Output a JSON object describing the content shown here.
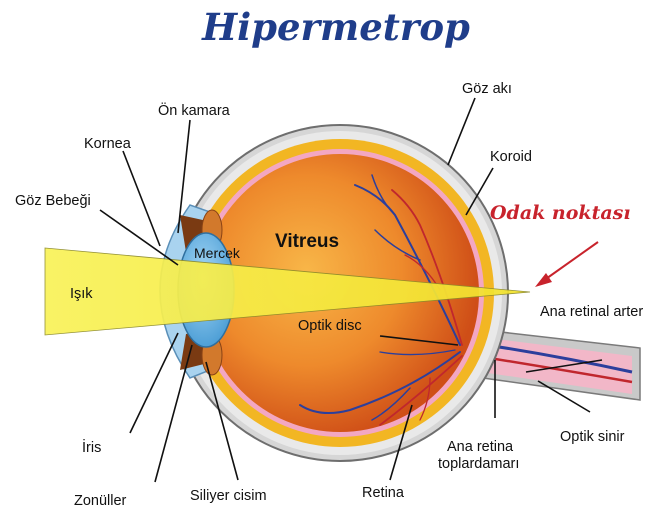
{
  "title": "Hipermetrop",
  "focal_point_label": "Odak noktası",
  "labels": {
    "goz_aki": "Göz akı",
    "koroid": "Koroid",
    "on_kamara": "Ön kamara",
    "kornea": "Kornea",
    "goz_bebegi": "Göz Bebeği",
    "mercek": "Mercek",
    "vitreus": "Vitreus",
    "isik": "Işık",
    "ana_retinal_arter": "Ana retinal arter",
    "optik_disc": "Optik disc",
    "iris": "İris",
    "zonuller": "Zonüller",
    "siliyer_cisim": "Siliyer cisim",
    "retina": "Retina",
    "ana_retina_toplardamari_line1": "Ana retina",
    "ana_retina_toplardamari_line2": "toplardamarı",
    "optik_sinir": "Optik sinir"
  },
  "colors": {
    "title": "#1f3d8a",
    "focal_label": "#c8232c",
    "focal_arrow": "#c8232c",
    "sclera": "#dcdcdc",
    "choroid": "#f2b623",
    "retina_layer": "#f3a7c2",
    "vitreous_light": "#f6a53a",
    "vitreous_dark": "#d4561a",
    "lens": "#6fb6e6",
    "cornea": "#a9d3ef",
    "light_beam": "#f7ef3f",
    "vessels": "#2c3f9c",
    "optic_nerve": "#f2b7c8"
  }
}
